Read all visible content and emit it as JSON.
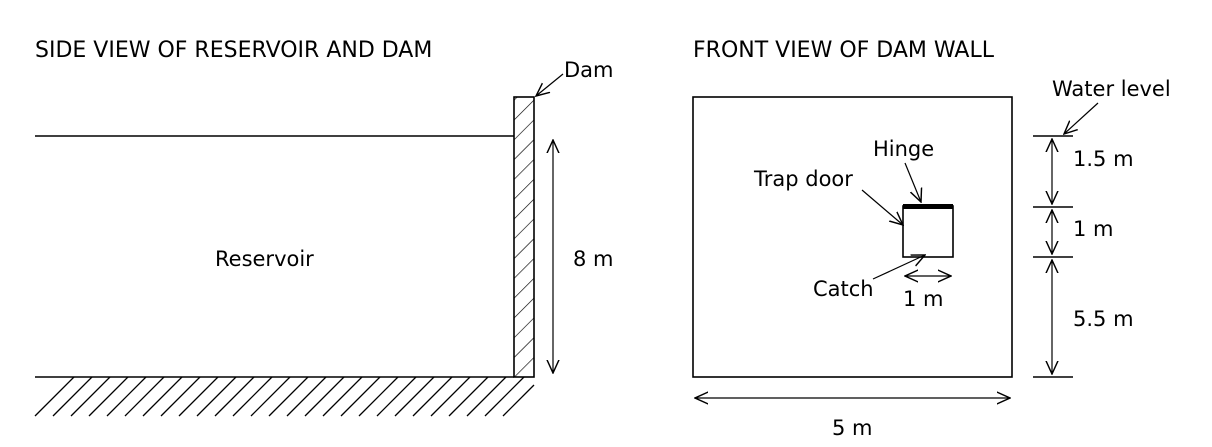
{
  "side_view": {
    "title": "SIDE VIEW OF RESERVOIR AND DAM",
    "dam_label": "Dam",
    "reservoir_label": "Reservoir",
    "depth_label": "8 m"
  },
  "front_view": {
    "title": "FRONT VIEW OF DAM WALL",
    "water_level_label": "Water level",
    "hinge_label": "Hinge",
    "trap_door_label": "Trap door",
    "catch_label": "Catch",
    "door_width_label": "1 m",
    "wall_width_label": "5 m",
    "dim_top_label": "1.5 m",
    "dim_mid_label": "1 m",
    "dim_bottom_label": "5.5 m"
  }
}
